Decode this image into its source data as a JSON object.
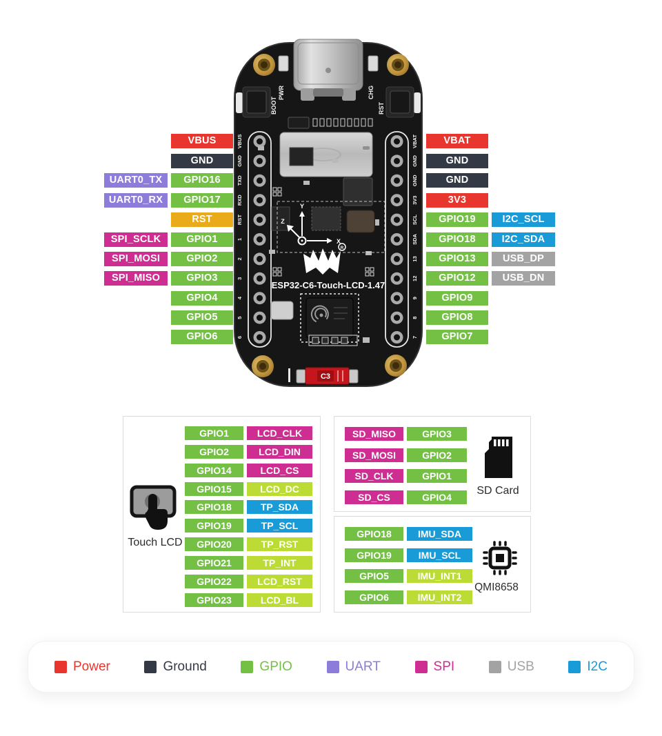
{
  "colors": {
    "power": "#e8362e",
    "ground": "#333a45",
    "gpio": "#74c044",
    "uart": "#8d7cd9",
    "spi": "#ce2d92",
    "usb": "#a3a3a3",
    "i2c": "#189bd7",
    "reset": "#e9ab19",
    "aux": "#bcdc35"
  },
  "board": {
    "silkscreen_title": "ESP32-C6-Touch-LCD-1.47",
    "labels": {
      "pwr": "PWR",
      "chg": "CHG",
      "boot": "BOOT",
      "rst": "RST",
      "c3": "C3"
    },
    "left_silkscreen": [
      "VBUS",
      "GND",
      "TXD",
      "RXD",
      "RST",
      "1",
      "2",
      "3",
      "4",
      "5",
      "6"
    ],
    "right_silkscreen": [
      "VBAT",
      "GND",
      "GND",
      "3V3",
      "SCL",
      "SDA",
      "13",
      "12",
      "9",
      "8",
      "7"
    ]
  },
  "pinout_left": [
    {
      "pin": "VBUS",
      "pin_type": "power"
    },
    {
      "pin": "GND",
      "pin_type": "ground"
    },
    {
      "pin": "GPIO16",
      "pin_type": "gpio",
      "outer": "UART0_TX",
      "outer_type": "uart"
    },
    {
      "pin": "GPIO17",
      "pin_type": "gpio",
      "outer": "UART0_RX",
      "outer_type": "uart"
    },
    {
      "pin": "RST",
      "pin_type": "reset"
    },
    {
      "pin": "GPIO1",
      "pin_type": "gpio",
      "outer": "SPI_SCLK",
      "outer_type": "spi"
    },
    {
      "pin": "GPIO2",
      "pin_type": "gpio",
      "outer": "SPI_MOSI",
      "outer_type": "spi"
    },
    {
      "pin": "GPIO3",
      "pin_type": "gpio",
      "outer": "SPI_MISO",
      "outer_type": "spi"
    },
    {
      "pin": "GPIO4",
      "pin_type": "gpio"
    },
    {
      "pin": "GPIO5",
      "pin_type": "gpio"
    },
    {
      "pin": "GPIO6",
      "pin_type": "gpio"
    }
  ],
  "pinout_right": [
    {
      "pin": "VBAT",
      "pin_type": "power"
    },
    {
      "pin": "GND",
      "pin_type": "ground"
    },
    {
      "pin": "GND",
      "pin_type": "ground"
    },
    {
      "pin": "3V3",
      "pin_type": "power"
    },
    {
      "pin": "GPIO19",
      "pin_type": "gpio",
      "outer": "I2C_SCL",
      "outer_type": "i2c"
    },
    {
      "pin": "GPIO18",
      "pin_type": "gpio",
      "outer": "I2C_SDA",
      "outer_type": "i2c"
    },
    {
      "pin": "GPIO13",
      "pin_type": "gpio",
      "outer": "USB_DP",
      "outer_type": "usb"
    },
    {
      "pin": "GPIO12",
      "pin_type": "gpio",
      "outer": "USB_DN",
      "outer_type": "usb"
    },
    {
      "pin": "GPIO9",
      "pin_type": "gpio"
    },
    {
      "pin": "GPIO8",
      "pin_type": "gpio"
    },
    {
      "pin": "GPIO7",
      "pin_type": "gpio"
    }
  ],
  "touch_lcd": {
    "caption": "Touch LCD",
    "rows": [
      {
        "gpio": "GPIO1",
        "signal": "LCD_CLK",
        "signal_type": "spi"
      },
      {
        "gpio": "GPIO2",
        "signal": "LCD_DIN",
        "signal_type": "spi"
      },
      {
        "gpio": "GPIO14",
        "signal": "LCD_CS",
        "signal_type": "spi"
      },
      {
        "gpio": "GPIO15",
        "signal": "LCD_DC",
        "signal_type": "aux"
      },
      {
        "gpio": "GPIO18",
        "signal": "TP_SDA",
        "signal_type": "i2c"
      },
      {
        "gpio": "GPIO19",
        "signal": "TP_SCL",
        "signal_type": "i2c"
      },
      {
        "gpio": "GPIO20",
        "signal": "TP_RST",
        "signal_type": "aux"
      },
      {
        "gpio": "GPIO21",
        "signal": "TP_INT",
        "signal_type": "aux"
      },
      {
        "gpio": "GPIO22",
        "signal": "LCD_RST",
        "signal_type": "aux"
      },
      {
        "gpio": "GPIO23",
        "signal": "LCD_BL",
        "signal_type": "aux"
      }
    ]
  },
  "sd_card": {
    "caption": "SD Card",
    "rows": [
      {
        "signal": "SD_MISO",
        "signal_type": "spi",
        "gpio": "GPIO3"
      },
      {
        "signal": "SD_MOSI",
        "signal_type": "spi",
        "gpio": "GPIO2"
      },
      {
        "signal": "SD_CLK",
        "signal_type": "spi",
        "gpio": "GPIO1"
      },
      {
        "signal": "SD_CS",
        "signal_type": "spi",
        "gpio": "GPIO4"
      }
    ]
  },
  "imu": {
    "caption": "QMI8658",
    "rows": [
      {
        "gpio": "GPIO18",
        "signal": "IMU_SDA",
        "signal_type": "i2c"
      },
      {
        "gpio": "GPIO19",
        "signal": "IMU_SCL",
        "signal_type": "i2c"
      },
      {
        "gpio": "GPIO5",
        "signal": "IMU_INT1",
        "signal_type": "aux"
      },
      {
        "gpio": "GPIO6",
        "signal": "IMU_INT2",
        "signal_type": "aux"
      }
    ]
  },
  "legend": {
    "items": [
      {
        "label": "Power",
        "type": "power"
      },
      {
        "label": "Ground",
        "type": "ground"
      },
      {
        "label": "GPIO",
        "type": "gpio"
      },
      {
        "label": "UART",
        "type": "uart"
      },
      {
        "label": "SPI",
        "type": "spi"
      },
      {
        "label": "USB",
        "type": "usb"
      },
      {
        "label": "I2C",
        "type": "i2c"
      }
    ]
  }
}
